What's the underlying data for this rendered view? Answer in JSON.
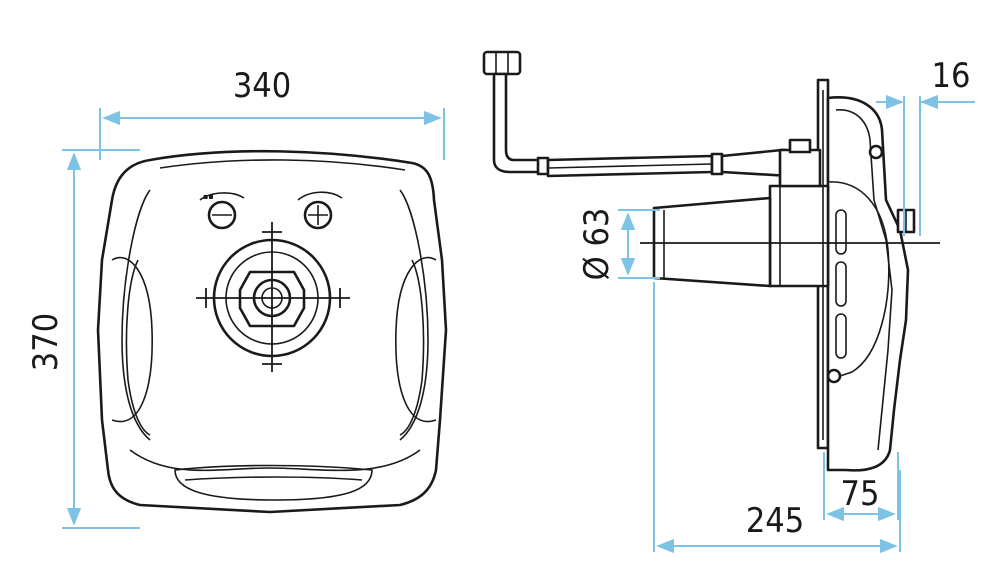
{
  "dimensions": {
    "front_width": "340",
    "front_height": "370",
    "side_offset_top": "16",
    "pipe_diameter": "Ø 63",
    "side_depth_small": "75",
    "side_depth_total": "245"
  },
  "colors": {
    "dimension_line": "#7cc3e6",
    "outline": "#1a1a1a",
    "background": "#ffffff"
  }
}
